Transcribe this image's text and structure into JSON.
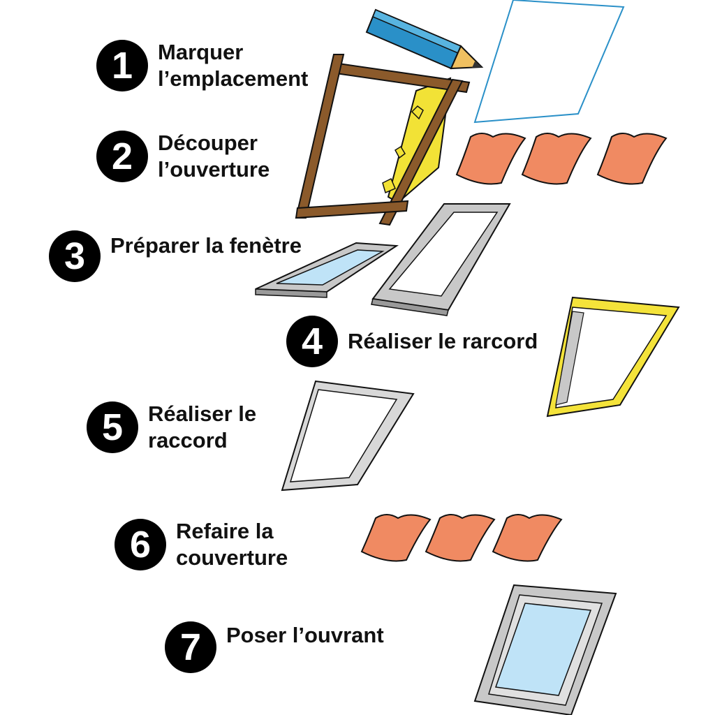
{
  "steps": [
    {
      "num": "1",
      "lines": [
        "Marquer",
        "l’emplacement"
      ]
    },
    {
      "num": "2",
      "lines": [
        "Découper",
        "l’ouverture"
      ]
    },
    {
      "num": "3",
      "lines": [
        "Préparer la fenètre"
      ]
    },
    {
      "num": "4",
      "lines": [
        "Réaliser le rarcord"
      ]
    },
    {
      "num": "5",
      "lines": [
        "Réaliser le",
        "raccord"
      ]
    },
    {
      "num": "6",
      "lines": [
        "Refaire la",
        "couverture"
      ]
    },
    {
      "num": "7",
      "lines": [
        "Poser l’ouvrant"
      ]
    }
  ],
  "colors": {
    "badge": "#000000",
    "pencil": "#2a90c8",
    "wood": "#8b5a2b",
    "insulation": "#f2e236",
    "tile": "#f08a62",
    "frame_grey": "#c8c8c8",
    "flashing_yellow": "#f4e33a",
    "glass": "#bfe3f7"
  },
  "icons": [
    "pencil-icon",
    "outline-sheet-icon",
    "wood-frame-icon",
    "roof-tile-icon",
    "window-sash-icon",
    "window-frame-icon",
    "flashing-frame-icon",
    "skylight-icon"
  ]
}
